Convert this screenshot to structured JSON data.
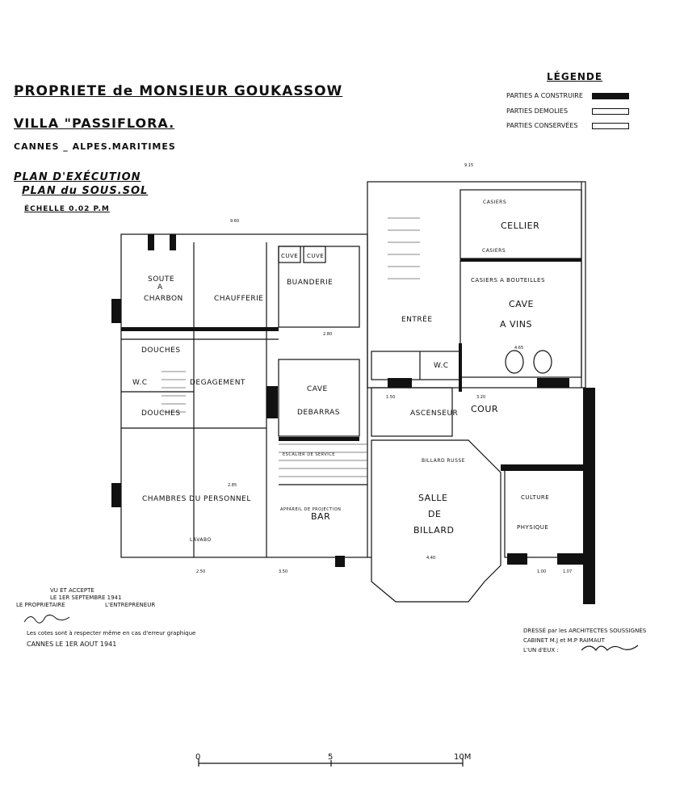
{
  "title": {
    "line1": "PROPRIETE de MONSIEUR GOUKASSOW",
    "line2": "VILLA \"PASSIFLORA.",
    "line3": "CANNES _ ALPES.MARITIMES",
    "plan1": "PLAN D'EXÉCUTION",
    "plan2": "PLAN du SOUS.SOL",
    "scale": "ÉCHELLE 0.02 P.M"
  },
  "legend": {
    "title": "LÉGENDE",
    "items": [
      {
        "label": "PARTIES A CONSTRUIRE",
        "fill": "#111111"
      },
      {
        "label": "PARTIES DEMOLIES",
        "fill": "#ffffff"
      },
      {
        "label": "PARTIES CONSERVÉES",
        "fill": "#ffffff"
      }
    ]
  },
  "rooms": {
    "soute": "SOUTE",
    "soute_a": "A",
    "soute_charbon": "CHARBON",
    "chaufferie": "CHAUFFERIE",
    "buanderie": "BUANDERIE",
    "cuve1": "CUVE",
    "cuve2": "CUVE",
    "entree": "ENTRÉE",
    "cellier": "CELLIER",
    "casiers_top": "CASIERS",
    "casiers_bottom": "CASIERS",
    "cave_vins": "CAVE",
    "cave_vins2": "A VINS",
    "casiers_bouteilles": "CASIERS A BOUTEILLES",
    "douches_top": "DOUCHES",
    "wc_left": "W.C",
    "degagement": "DEGAGEMENT",
    "douches_bottom": "DOUCHES",
    "cave_debarras": "CAVE",
    "cave_debarras2": "DEBARRAS",
    "wc_right": "W.C",
    "ascenseur": "ASCENSEUR",
    "cour": "COUR",
    "chambres": "CHAMBRES DU PERSONNEL",
    "bar": "BAR",
    "salle": "SALLE",
    "de": "DE",
    "billard": "BILLARD",
    "billard_russe": "BILLARD RUSSE",
    "culture": "CULTURE",
    "physique": "PHYSIQUE",
    "lavabo": "LAVABO",
    "escalier": "ESCALIER DE SERVICE",
    "appareil": "APPAREIL DE PROJECTION"
  },
  "dimensions": [
    "9.15",
    "9.60",
    "2.80",
    "3.20",
    "4.65",
    "4.40",
    "2.85",
    "2.50",
    "3.50",
    "1.50",
    "1.00",
    "1.07"
  ],
  "approval": {
    "line1": "VU ET ACCEPTE",
    "line2": "LE 1ER SEPTEMBRE 1941",
    "proprietaire": "LE PROPRIETAIRE",
    "entrepreneur": "L'ENTREPRENEUR",
    "note": "Les cotes sont à respecter même en cas d'erreur graphique",
    "date": "CANNES LE 1ER AOUT 1941"
  },
  "architects": {
    "line1": "DRESSÉ par les ARCHITECTES SOUSSIGNÉS",
    "line2": "CABINET M.J et M.P RAIMAUT",
    "line3": "L'UN d'EUX :"
  },
  "scalebar": {
    "labels": [
      "0",
      "5",
      "10M"
    ]
  }
}
